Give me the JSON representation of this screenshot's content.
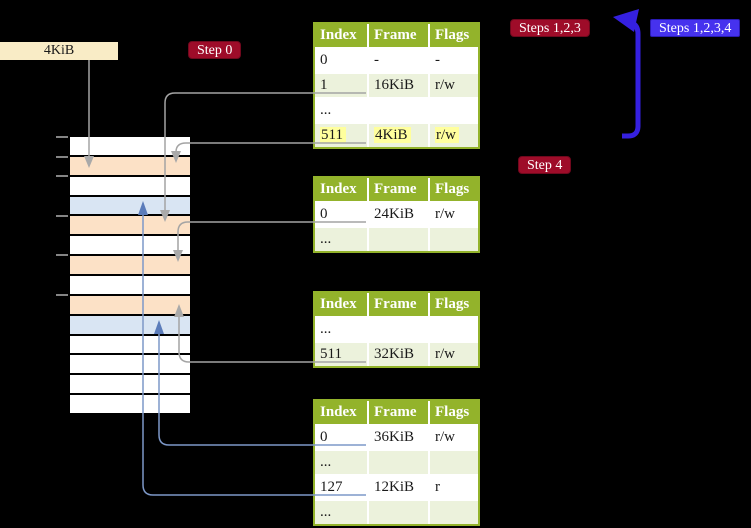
{
  "labels": {
    "size_box": "4KiB",
    "step0": "Step 0",
    "steps123": "Steps 1,2,3",
    "steps1234": "Steps 1,2,3,4",
    "step4": "Step 4"
  },
  "memory": {
    "rows": [
      {
        "kind": "white"
      },
      {
        "kind": "peach"
      },
      {
        "kind": "white"
      },
      {
        "kind": "blue"
      },
      {
        "kind": "peach"
      },
      {
        "kind": "white"
      },
      {
        "kind": "peach"
      },
      {
        "kind": "white"
      },
      {
        "kind": "peach"
      },
      {
        "kind": "blue"
      },
      {
        "kind": "white"
      },
      {
        "kind": "white"
      },
      {
        "kind": "white"
      },
      {
        "kind": "white"
      }
    ]
  },
  "tables": [
    {
      "headers": [
        "Index",
        "Frame",
        "Flags"
      ],
      "rows": [
        {
          "cells": [
            "0",
            "-",
            "-"
          ]
        },
        {
          "cells": [
            "1",
            "16KiB",
            "r/w"
          ]
        },
        {
          "cells": [
            "...",
            "",
            ""
          ]
        },
        {
          "cells": [
            "511",
            "4KiB",
            "r/w"
          ]
        }
      ]
    },
    {
      "headers": [
        "Index",
        "Frame",
        "Flags"
      ],
      "rows": [
        {
          "cells": [
            "0",
            "24KiB",
            "r/w"
          ]
        },
        {
          "cells": [
            "...",
            "",
            ""
          ]
        }
      ]
    },
    {
      "headers": [
        "Index",
        "Frame",
        "Flags"
      ],
      "rows": [
        {
          "cells": [
            "...",
            "",
            ""
          ]
        },
        {
          "cells": [
            "511",
            "32KiB",
            "r/w"
          ]
        }
      ]
    },
    {
      "headers": [
        "Index",
        "Frame",
        "Flags"
      ],
      "rows": [
        {
          "cells": [
            "0",
            "36KiB",
            "r/w"
          ]
        },
        {
          "cells": [
            "...",
            "",
            ""
          ]
        },
        {
          "cells": [
            "127",
            "12KiB",
            "r"
          ]
        },
        {
          "cells": [
            "...",
            "",
            ""
          ]
        }
      ]
    }
  ],
  "connections": [
    {
      "from": "4KiB-label",
      "to": "memory-row-1",
      "color": "gray"
    },
    {
      "from": "table-1-entry-1",
      "to": "memory-row-4",
      "color": "gray"
    },
    {
      "from": "table-1-entry-511",
      "to": "memory-row-1",
      "color": "gray"
    },
    {
      "from": "table-2-entry-0",
      "to": "memory-row-6",
      "color": "gray"
    },
    {
      "from": "table-3-entry-511",
      "to": "memory-row-8",
      "color": "gray"
    },
    {
      "from": "table-4-entry-0",
      "to": "memory-row-9",
      "color": "blue"
    },
    {
      "from": "table-4-entry-127",
      "to": "memory-row-3",
      "color": "blue"
    }
  ],
  "colors": {
    "header_green": "#93b32b",
    "row_green": "#ecf2dc",
    "highlight_yellow": "#ffff9d",
    "frame_peach": "#fce1c6",
    "frame_blue": "#d9e5f3",
    "label_beige": "#f9ecc6",
    "badge_red": "#9e0c29",
    "badge_blue": "#4632ee",
    "big_arrow_blue": "#3520e0",
    "connector_gray": "#a4a4a4",
    "connector_blue": "#7d98c8"
  }
}
